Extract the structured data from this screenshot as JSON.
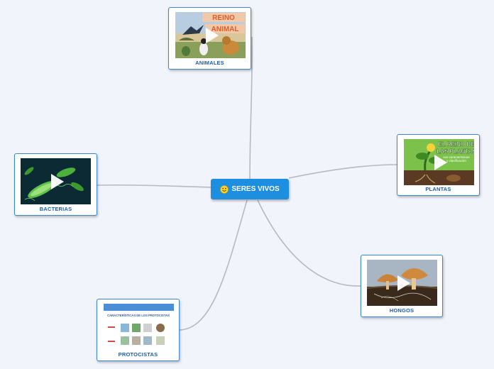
{
  "central": {
    "label": "SERES VIVOS",
    "icon": "smiley-icon"
  },
  "topics": [
    {
      "id": "animales",
      "label": "ANIMALES",
      "thumb_text": [
        "REINO",
        "ANIMAL"
      ]
    },
    {
      "id": "plantas",
      "label": "PLANTAS",
      "thumb_text": [
        "EL REINO DE",
        "LAS PLANTAS",
        "sus características",
        "y clasificación"
      ]
    },
    {
      "id": "bacterias",
      "label": "BACTERIAS"
    },
    {
      "id": "hongos",
      "label": "HONGOS"
    },
    {
      "id": "protocistas",
      "label": "PROTOCISTAS",
      "thumb_text": [
        "CARACTERÍSTICAS DE LOS PROTOCISTAS"
      ]
    }
  ],
  "colors": {
    "background": "#f1f4fb",
    "central": "#1e8fe0",
    "border": "#3a86cf",
    "label": "#1a5ea8",
    "connector": "#b4b9c4"
  }
}
